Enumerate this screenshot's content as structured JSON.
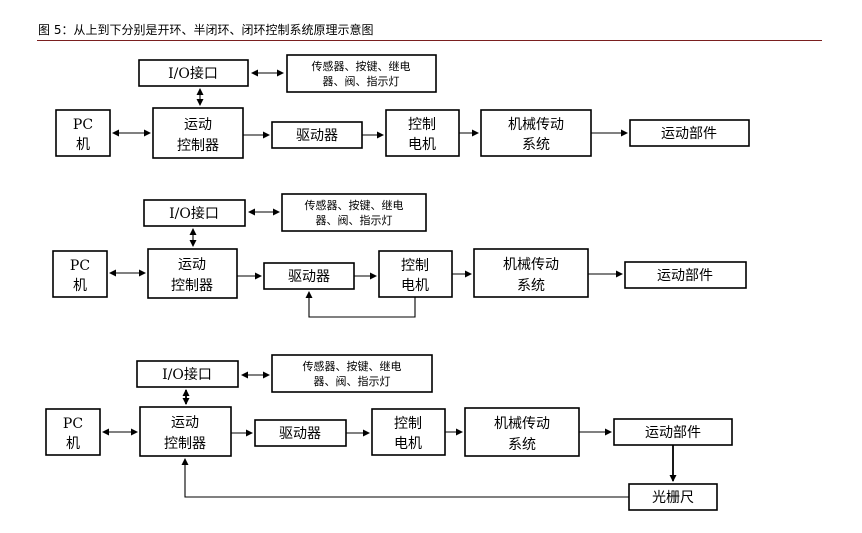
{
  "caption": "图 5：从上到下分别是开环、半闭环、闭环控制系统原理示意图",
  "labels": {
    "io": "I/O接口",
    "sensors_l1": "传感器、按键、继电",
    "sensors_l2": "器、阀、指示灯",
    "pc_l1": "PC",
    "pc_l2": "机",
    "mc_l1": "运动",
    "mc_l2": "控制器",
    "driver": "驱动器",
    "motor_l1": "控制",
    "motor_l2": "电机",
    "mech_l1": "机械传动",
    "mech_l2": "系统",
    "part": "运动部件",
    "grating": "光栅尺"
  }
}
